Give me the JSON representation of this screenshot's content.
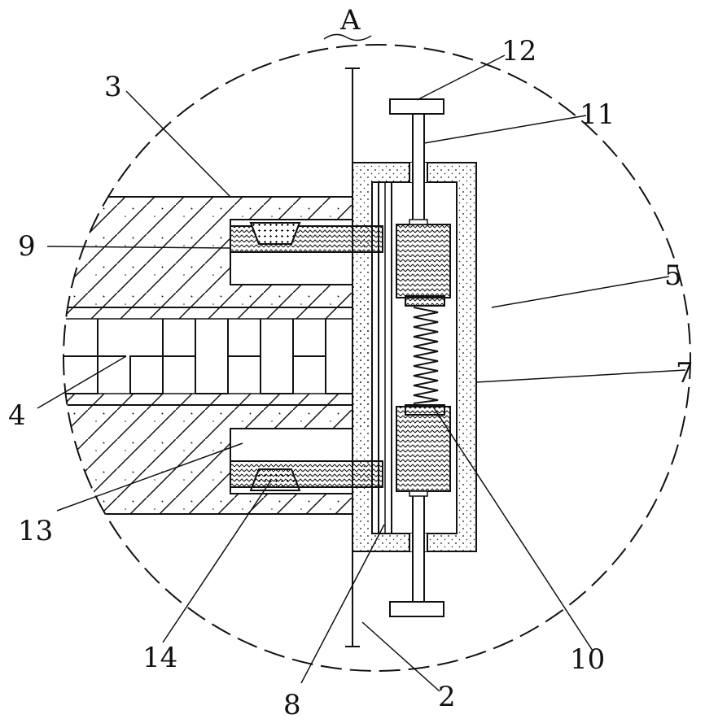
{
  "section_mark": "A",
  "labels": {
    "l2": "2",
    "l3": "3",
    "l4": "4",
    "l5": "5",
    "l7": "7",
    "l8": "8",
    "l9": "9",
    "l10": "10",
    "l11": "11",
    "l12": "12",
    "l13": "13",
    "l14": "14"
  },
  "colors": {
    "line": "#111111",
    "background": "#ffffff"
  }
}
